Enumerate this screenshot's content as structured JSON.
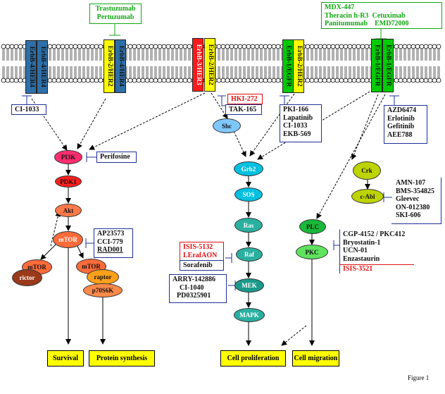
{
  "membrane": {
    "receptors": [
      {
        "label": "ErbB-4/HER4",
        "color": "blue"
      },
      {
        "label": "ErbB-4/HER4",
        "color": "blue"
      },
      {
        "label": "ErbB-2/HER2",
        "color": "yellow"
      },
      {
        "label": "ErbB-4/HER4",
        "color": "blue"
      },
      {
        "label": "ErbB-3/HER3",
        "color": "red"
      },
      {
        "label": "ErbB-2/HER2",
        "color": "yellow"
      },
      {
        "label": "ErbB-1/EGFR",
        "color": "green"
      },
      {
        "label": "ErbB-2/HER2",
        "color": "yellow"
      },
      {
        "label": "ErbB-1/EGFR",
        "color": "green"
      },
      {
        "label": "ErbB-1/EGFR",
        "color": "green"
      }
    ]
  },
  "drugs": {
    "antibodies_her2": [
      "Trastuzumab",
      "Pertuzumab"
    ],
    "antibodies_egfr": [
      "MDX-447",
      "Theracin h-R3  Cetuximab",
      "Panitumumab    EMD72000"
    ],
    "her4_inhibitor": "CI-1033",
    "her3_red": "HKI-272",
    "her3_tak": "TAK-165",
    "egfr_her2_tki": [
      "PKI-166",
      "Lapatinib",
      "CI-1033",
      "EKB-569"
    ],
    "egfr_tki": [
      "AZD6474",
      "Erlotinib",
      "Gefitinib",
      "AEE788"
    ],
    "pi3k_inhibitor": "Perifosine",
    "mtor_inhibitors": [
      "AP23573",
      "CCI-779",
      "RAD001"
    ],
    "raf_red": [
      "ISIS-5132",
      "LErafAON"
    ],
    "raf_blue": "Sorafenib",
    "mek_inhibitors": [
      "ARRY-142886",
      "CI-1040",
      "PD0325901"
    ],
    "abl_inhibitors": [
      "AMN-107",
      "BMS-354825",
      "Gleevec",
      "ON-012380",
      "SKI-606"
    ],
    "pkc_inhibitors": [
      "CGP-4152 / PKC412",
      "Bryostatin-1",
      "UCN-01",
      "Enzastaurin"
    ],
    "pkc_red": "ISIS-3521"
  },
  "molecules": {
    "pi3k": "PI3K",
    "pdk1": "PDK1",
    "akt": "Akt",
    "mtor_main": "mTOR",
    "mtor_rictor": "mTOR",
    "rictor": "rictor",
    "mtor_raptor": "mTOR",
    "raptor": "raptor",
    "p70s6k": "p70S6K",
    "shc": "Shc",
    "grb2": "Grb2",
    "sos": "SOS",
    "ras": "Ras",
    "raf": "Raf",
    "mek": "MEK",
    "mapk": "MAPK",
    "crk": "Crk",
    "cabl": "c-Abl",
    "plc": "PLC",
    "pkc": "PKC"
  },
  "outcomes": {
    "survival": "Survival",
    "protein_synthesis": "Protein synthesis",
    "proliferation": "Cell proliferation",
    "migration": "Cell migration"
  },
  "caption": "Figure 1",
  "colors": {
    "blue_receptor": "#2f6fa8",
    "yellow_receptor": "#ffff00",
    "red_receptor": "#ff1a1a",
    "green_receptor": "#00cc00",
    "drug_border": "#1f2f9a",
    "antibody_green": "#13a813",
    "alert_red": "#e01010"
  }
}
